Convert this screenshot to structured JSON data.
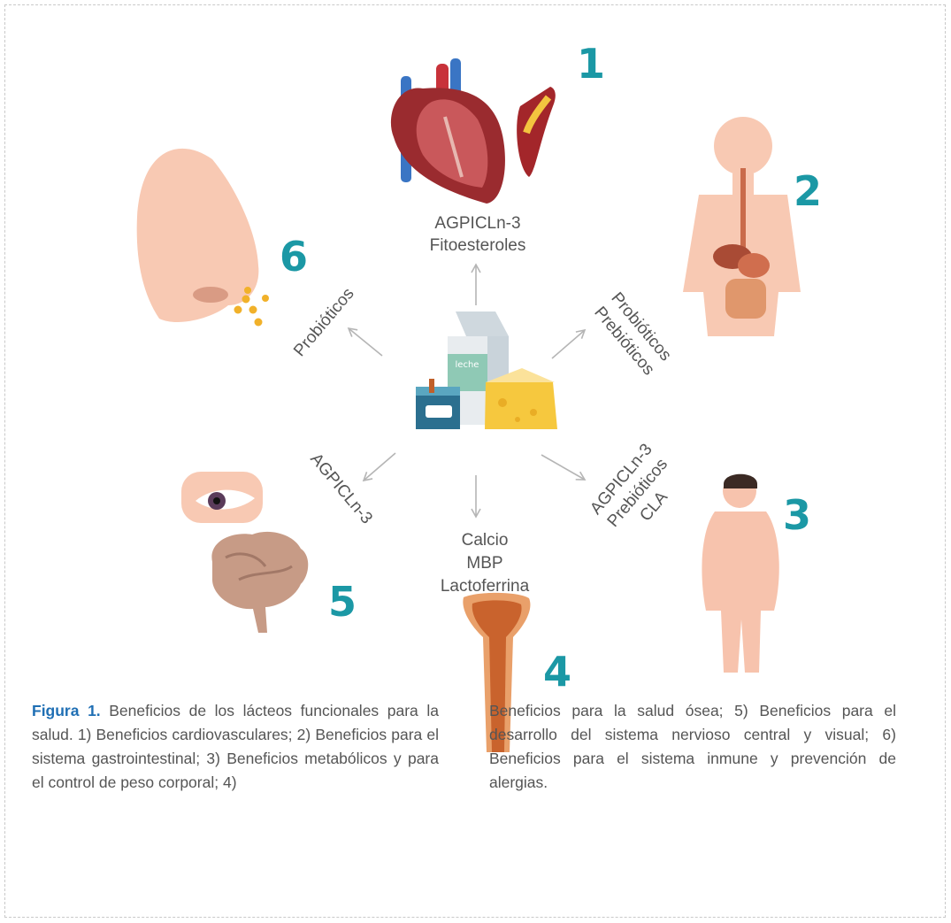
{
  "center": {
    "carton_text": "leche"
  },
  "items": [
    {
      "number": "1",
      "nutrients": [
        "AGPICLn-3",
        "Fitoesteroles"
      ]
    },
    {
      "number": "2",
      "nutrients": [
        "Probióticos",
        "Prebióticos"
      ]
    },
    {
      "number": "3",
      "nutrients": [
        "AGPICLn-3",
        "Prebióticos",
        "CLA"
      ]
    },
    {
      "number": "4",
      "nutrients": [
        "Calcio",
        "MBP",
        "Lactoferrina"
      ]
    },
    {
      "number": "5",
      "nutrients": [
        "AGPICLn-3"
      ]
    },
    {
      "number": "6",
      "nutrients": [
        "Probióticos"
      ]
    }
  ],
  "caption": {
    "title": "Figura 1.",
    "text_left": " Beneficios de los lácteos funcionales para la salud. 1) Beneficios cardiovasculares; 2) Beneficios para el sistema gastrointestinal; 3) Beneficios metabólicos y para el control de peso corporal; 4)",
    "text_right": "Beneficios para la salud ósea; 5) Beneficios para el desarrollo del sistema nervioso central y visual; 6) Beneficios para el sistema inmune y prevención de alergias."
  },
  "colors": {
    "number": "#1b98a5",
    "caption_title": "#1f6fb4",
    "text": "#555555",
    "arrow": "#b5b5b5"
  }
}
